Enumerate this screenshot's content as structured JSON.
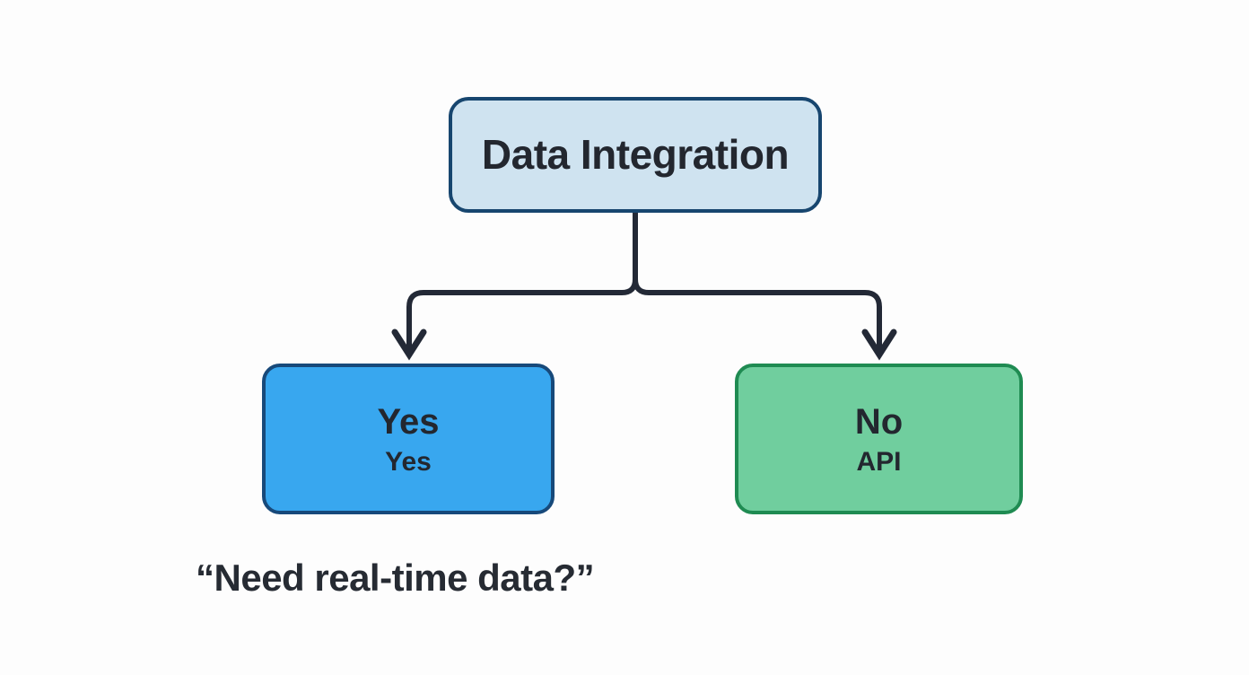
{
  "diagram": {
    "background": "#fdfdfd",
    "line_color": "#232936",
    "text_color": "#23272f",
    "root": {
      "label": "Data Integration",
      "fill": "#cfe3f0",
      "border": "#17466f"
    },
    "branches": [
      {
        "label": "Yes",
        "sublabel": "Yes",
        "fill": "#38a7ef",
        "border": "#17497a"
      },
      {
        "label": "No",
        "sublabel": "API",
        "fill": "#70ce9e",
        "border": "#1f8b52"
      }
    ],
    "caption": "“Need real-time data?”"
  }
}
